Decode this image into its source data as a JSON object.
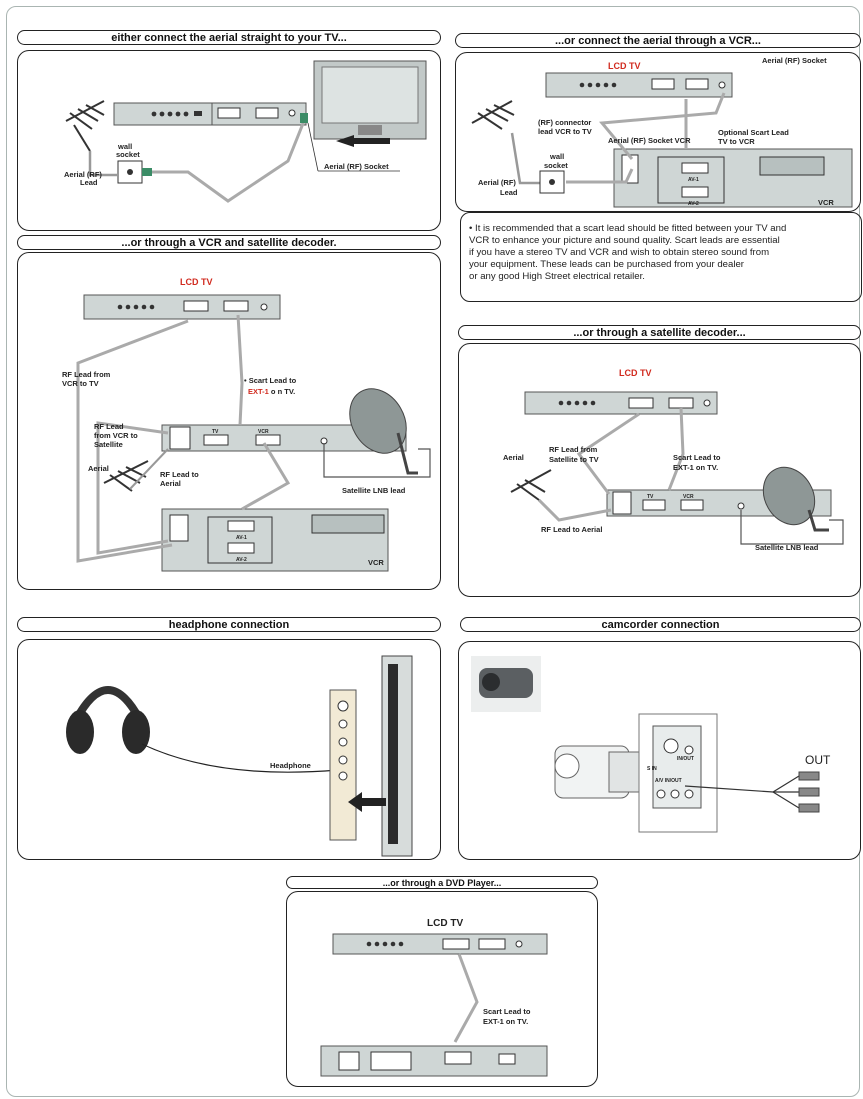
{
  "sections": {
    "aerial_direct": {
      "title": "either connect the aerial straight to your TV...",
      "labels": {
        "wall_socket_1": "wall",
        "wall_socket_2": "socket",
        "aerial_lead_1": "Aerial (RF)",
        "aerial_lead_2": "Lead",
        "aerial_socket": "Aerial (RF) Socket"
      }
    },
    "aerial_vcr": {
      "title": "...or connect the aerial through a VCR...",
      "labels": {
        "lcd_tv": "LCD TV",
        "aerial_socket": "Aerial (RF) Socket",
        "rf_connector_1": "(RF) connector",
        "rf_connector_2": "lead VCR to TV",
        "optional_scart_1": "Optional Scart Lead",
        "optional_scart_2": "TV to VCR",
        "aerial_socket_vcr": "Aerial (RF) Socket VCR",
        "wall_socket_1": "wall",
        "wall_socket_2": "socket",
        "aerial_lead_1": "Aerial (RF)",
        "aerial_lead_2": "Lead",
        "av1": "AV-1",
        "av2": "AV-2",
        "vcr": "VCR"
      },
      "note": {
        "lines": [
          "• It is recommended that a scart lead should be fitted between your TV and",
          "VCR to enhance your picture and sound quality. Scart leads are essential",
          "if you have a stereo TV and VCR and wish to obtain stereo sound from",
          "your equipment. These leads can be purchased from your dealer",
          "or any good High Street electrical retailer."
        ]
      }
    },
    "vcr_satellite": {
      "title": "...or through a VCR and satellite decoder.",
      "labels": {
        "lcd_tv": "LCD TV",
        "rf_vcr_tv_1": "RF Lead from",
        "rf_vcr_tv_2": "VCR to TV",
        "scart_1": "• Scart Lead to",
        "scart_2a": "EXT-1",
        "scart_2b": " o n TV.",
        "rf_vcr_sat_1": "RF Lead",
        "rf_vcr_sat_2": "from VCR to",
        "rf_vcr_sat_3": "Satellite",
        "aerial": "Aerial",
        "rf_aerial_1": "RF Lead to",
        "rf_aerial_2": "Aerial",
        "lnb": "Satellite LNB lead",
        "tv": "TV",
        "vcr_small": "VCR",
        "av1": "AV-1",
        "av2": "AV-2",
        "vcr": "VCR"
      }
    },
    "satellite": {
      "title": "...or through a satellite decoder...",
      "labels": {
        "lcd_tv": "LCD TV",
        "aerial": "Aerial",
        "rf_sat_tv_1": "RF Lead from",
        "rf_sat_tv_2": "Satellite to TV",
        "scart_1": "Scart Lead to",
        "scart_2": "EXT-1 on TV.",
        "rf_aerial": "RF Lead to  Aerial",
        "lnb": "Satellite LNB lead",
        "tv": "TV",
        "vcr_small": "VCR"
      }
    },
    "headphone": {
      "title": "headphone connection",
      "labels": {
        "headphone": "Headphone"
      }
    },
    "camcorder": {
      "title": "camcorder connection",
      "labels": {
        "out": "OUT",
        "s_in": "S IN",
        "av_in_out": "A/V IN/OUT",
        "in_out": "IN/OUT"
      }
    },
    "dvd": {
      "title": "...or through a DVD Player...",
      "labels": {
        "lcd_tv": "LCD TV",
        "scart_1": "Scart Lead to",
        "scart_2": "EXT-1 on TV."
      }
    }
  }
}
